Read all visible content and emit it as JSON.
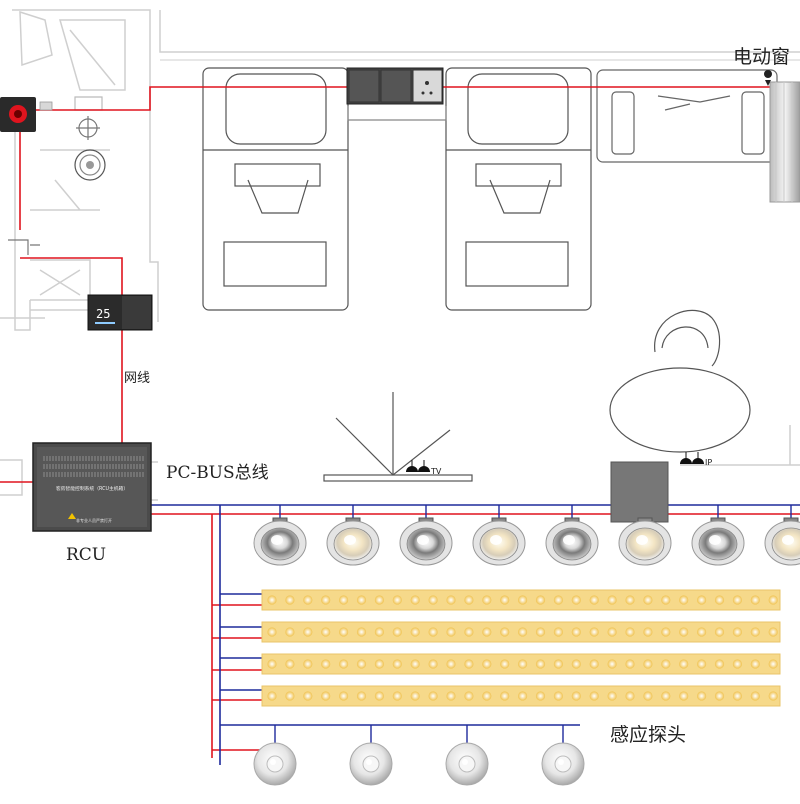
{
  "labels": {
    "curtain": "电动窗",
    "network_cable": "网线",
    "bus": "PC-BUS总线",
    "rcu": "RCU",
    "sensor": "感应探头",
    "tv": "TV",
    "ip": "IP"
  },
  "thermostat": {
    "display": "25"
  },
  "rcu_box": {
    "title": "客房智能控制系统（RCU主机箱）",
    "warning": "非专业人员严禁打开"
  },
  "colors": {
    "power_line": "#e0141e",
    "bus_line": "#1e2b9c",
    "architecture": "#cfcfcf",
    "led_strip": "#f6d98a",
    "led_dot": "#fff6d6"
  },
  "devices": {
    "downlight_count": 8,
    "led_strip_count": 4,
    "sensor_count": 4
  }
}
